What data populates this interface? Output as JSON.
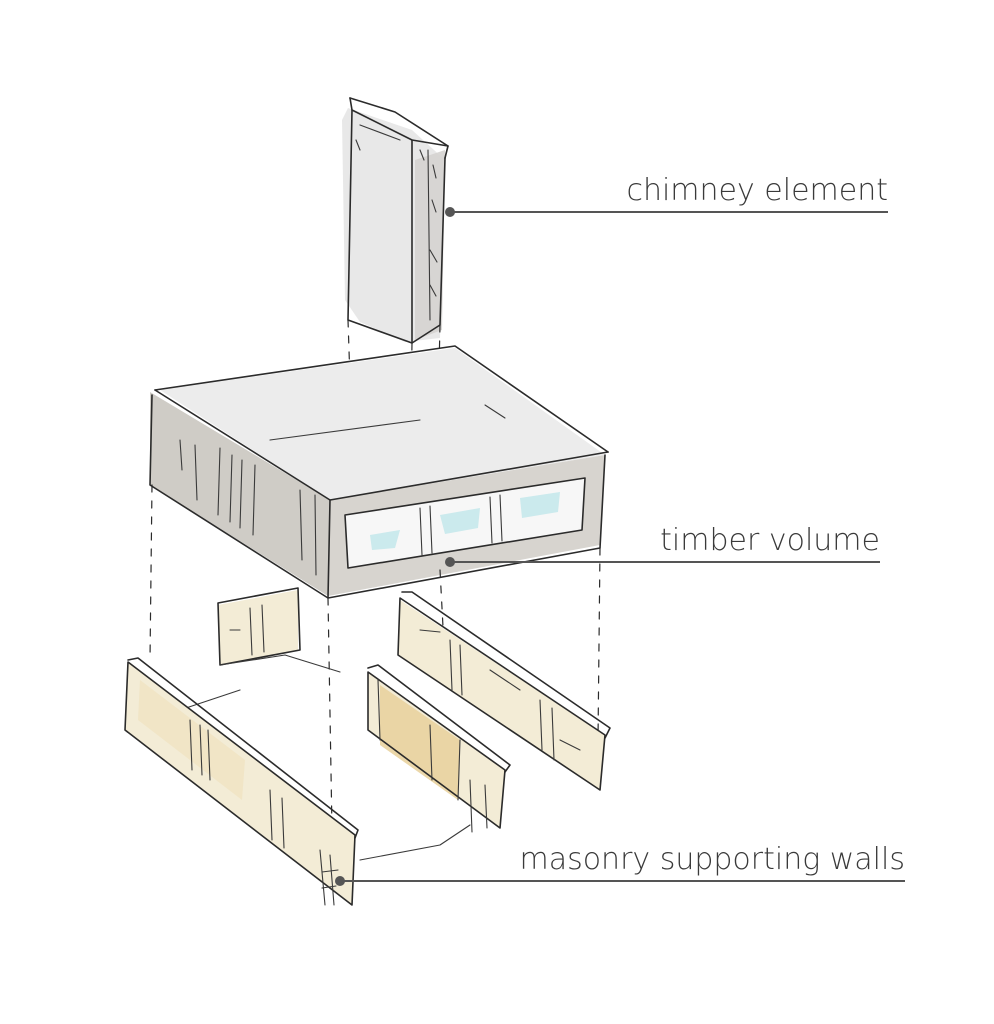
{
  "labels": {
    "chimney": "chimney element",
    "timber": "timber volume",
    "masonry": "masonry supporting walls"
  },
  "colors": {
    "ink": "#2b2b2b",
    "grey_wash": "#cfccc6",
    "light_grey_wash": "#e6e6e6",
    "masonry_wash": "#f3ecd6",
    "masonry_accent": "#e9d3a0",
    "glass": "#bfe6ea",
    "leader": "#555555"
  }
}
